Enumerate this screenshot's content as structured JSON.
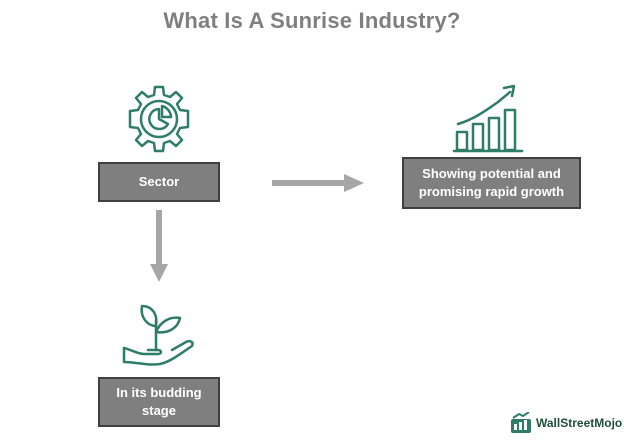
{
  "title": "What Is A Sunrise Industry?",
  "nodes": {
    "sector": "Sector",
    "growth_line1": "Showing potential and",
    "growth_line2": "promising rapid growth",
    "budding_line1": "In its budding",
    "budding_line2": "stage"
  },
  "icons": {
    "sector": "gear-pie-chart-icon",
    "growth": "growth-bar-chart-icon",
    "budding": "sprout-hand-icon"
  },
  "brand": {
    "name": "WallStreetMojo",
    "logo": "wallstreetmojo-logo"
  },
  "colors": {
    "icon": "#2e7d66",
    "box_fill": "#7f7f7f",
    "box_border": "#404040",
    "arrow": "#a6a6a6",
    "title": "#7f7f7f"
  }
}
